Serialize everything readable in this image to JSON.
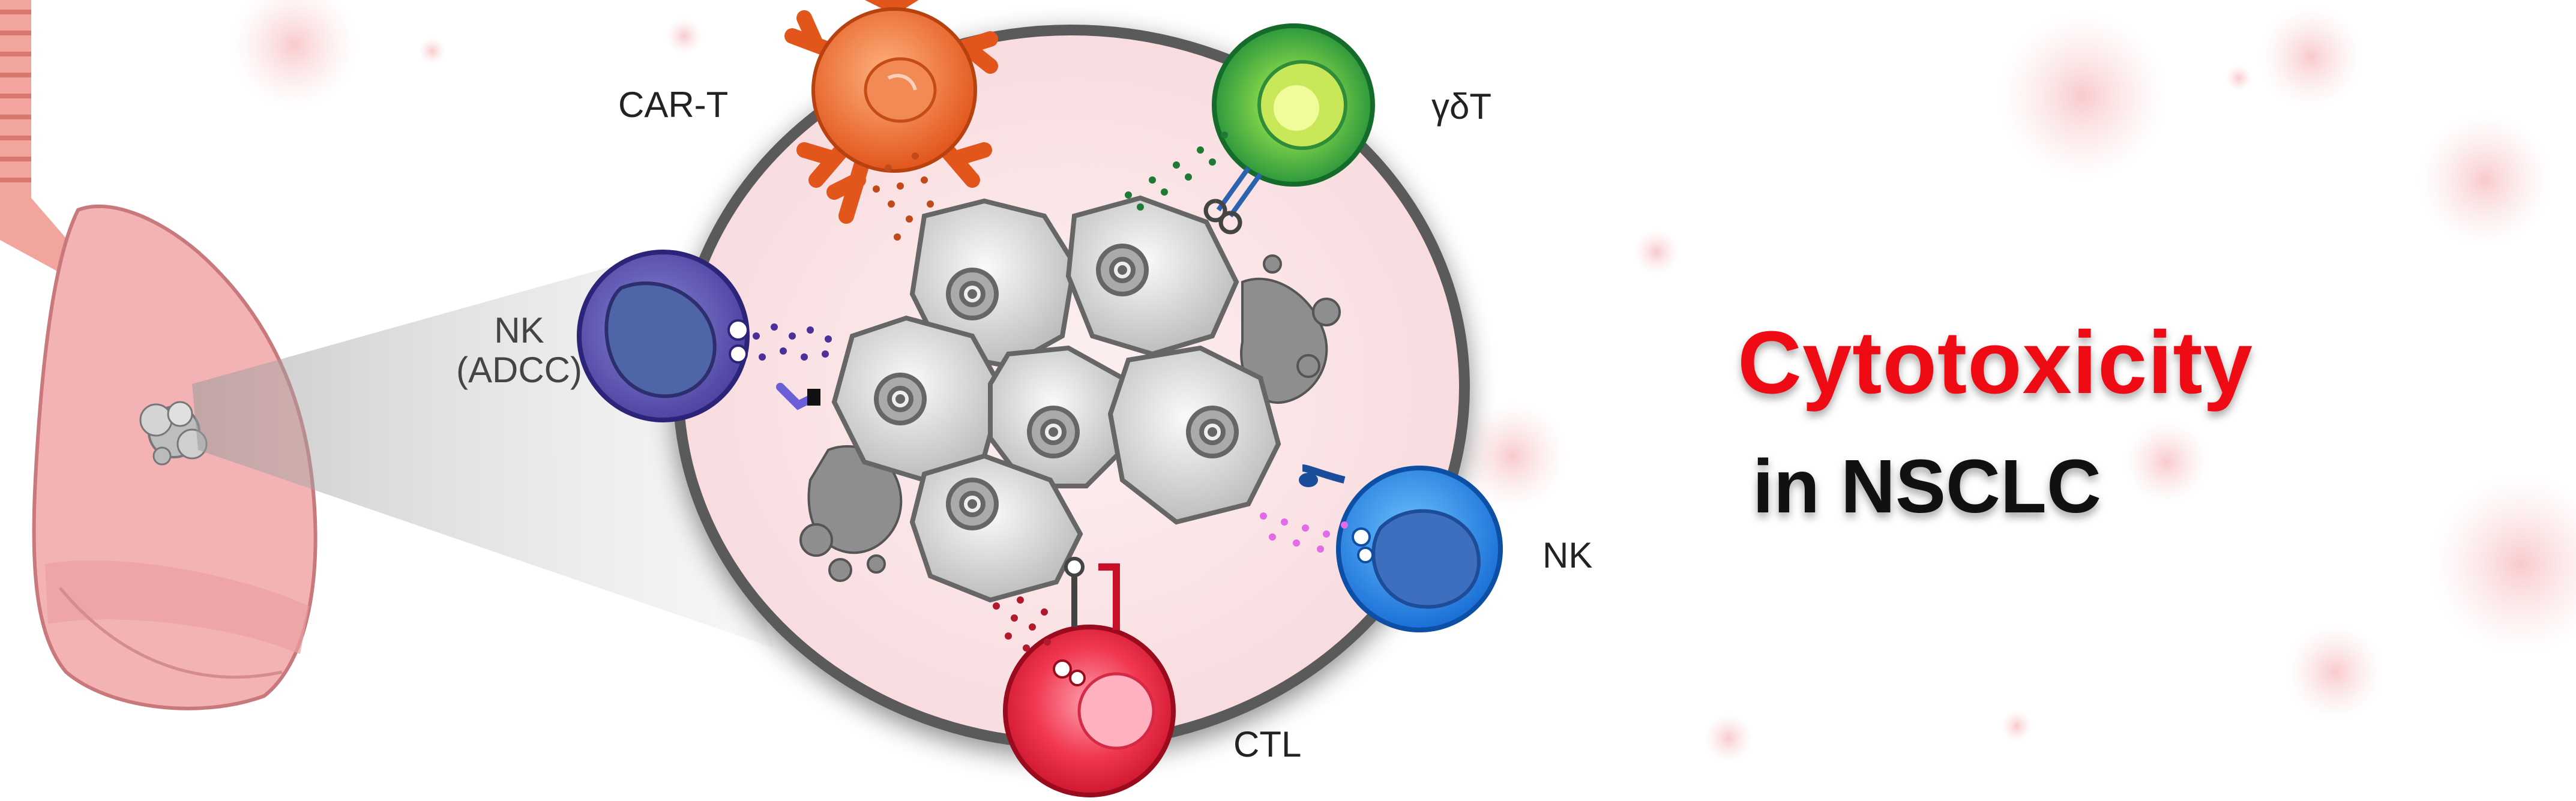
{
  "labels": {
    "car_t": "CAR-T",
    "gamma_delta_t": "γδT",
    "nk_adcc_line1": "NK",
    "nk_adcc_line2": "(ADCC)",
    "nk": "NK",
    "ctl": "CTL"
  },
  "title": {
    "main": "Cytotoxicity",
    "sub": "in NSCLC"
  },
  "colors": {
    "title_red": "#ee0b14",
    "car_t": "#f06a2a",
    "gamma_delta_t": "#2aa84a",
    "nk_adcc": "#6a5fb8",
    "nk": "#2f8fe8",
    "ctl": "#e8233a",
    "lung": "#f3b6b6",
    "tumor_region": "#fbe3e5"
  }
}
